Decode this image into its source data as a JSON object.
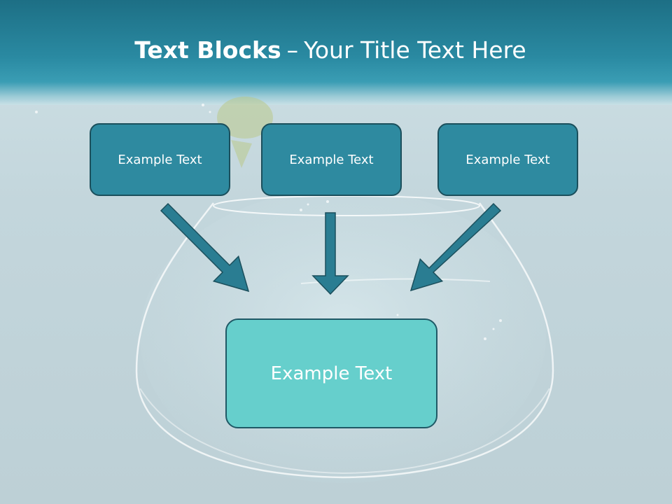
{
  "slide": {
    "title_bold": "Text Blocks",
    "title_dash": "–",
    "title_rest": "Your Title Text Here"
  },
  "blocks": {
    "top": [
      "Example Text",
      "Example Text",
      "Example Text"
    ],
    "bottom": "Example Text"
  },
  "colors": {
    "header": "#2a8aa2",
    "box_fill": "#2e8aa0",
    "box_border": "#1b4f5c",
    "target_fill": "#66cfcc",
    "arrow_fill": "#2a7d92"
  },
  "icons": [
    "down-right-arrow-icon",
    "down-arrow-icon",
    "down-left-arrow-icon"
  ]
}
